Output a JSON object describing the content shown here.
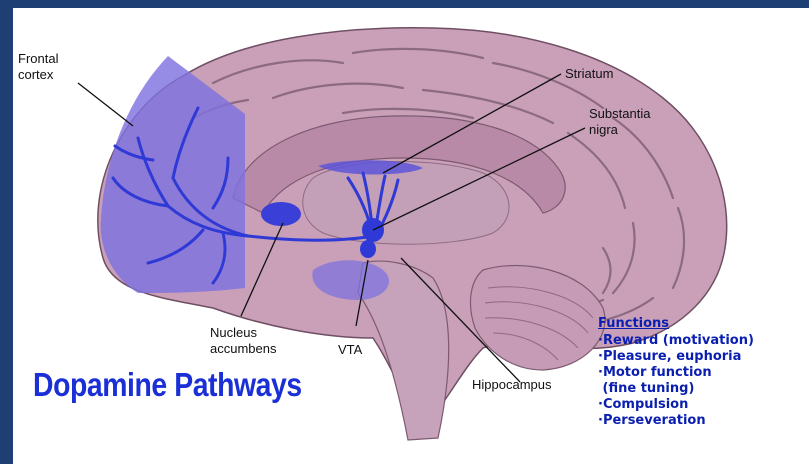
{
  "labels": {
    "frontal_cortex": [
      "Frontal",
      "cortex"
    ],
    "striatum": "Striatum",
    "substantia_nigra": [
      "Substantia",
      "nigra"
    ],
    "nucleus_accumbens": [
      "Nucleus",
      "accumbens"
    ],
    "vta": "VTA",
    "hippocampus": "Hippocampus"
  },
  "title": "Dopamine Pathways",
  "functions": {
    "heading": "Functions",
    "items": [
      "·Reward (motivation)",
      "·Pleasure, euphoria",
      "·Motor function",
      " (fine tuning)",
      "·Compulsion",
      "·Perseveration"
    ]
  },
  "colors": {
    "border": "#1d3f74",
    "brain": "#c9a0b8",
    "pathway": "#2f3ad6",
    "pathway_region": "#7f72df",
    "title": "#1a2fd6"
  }
}
